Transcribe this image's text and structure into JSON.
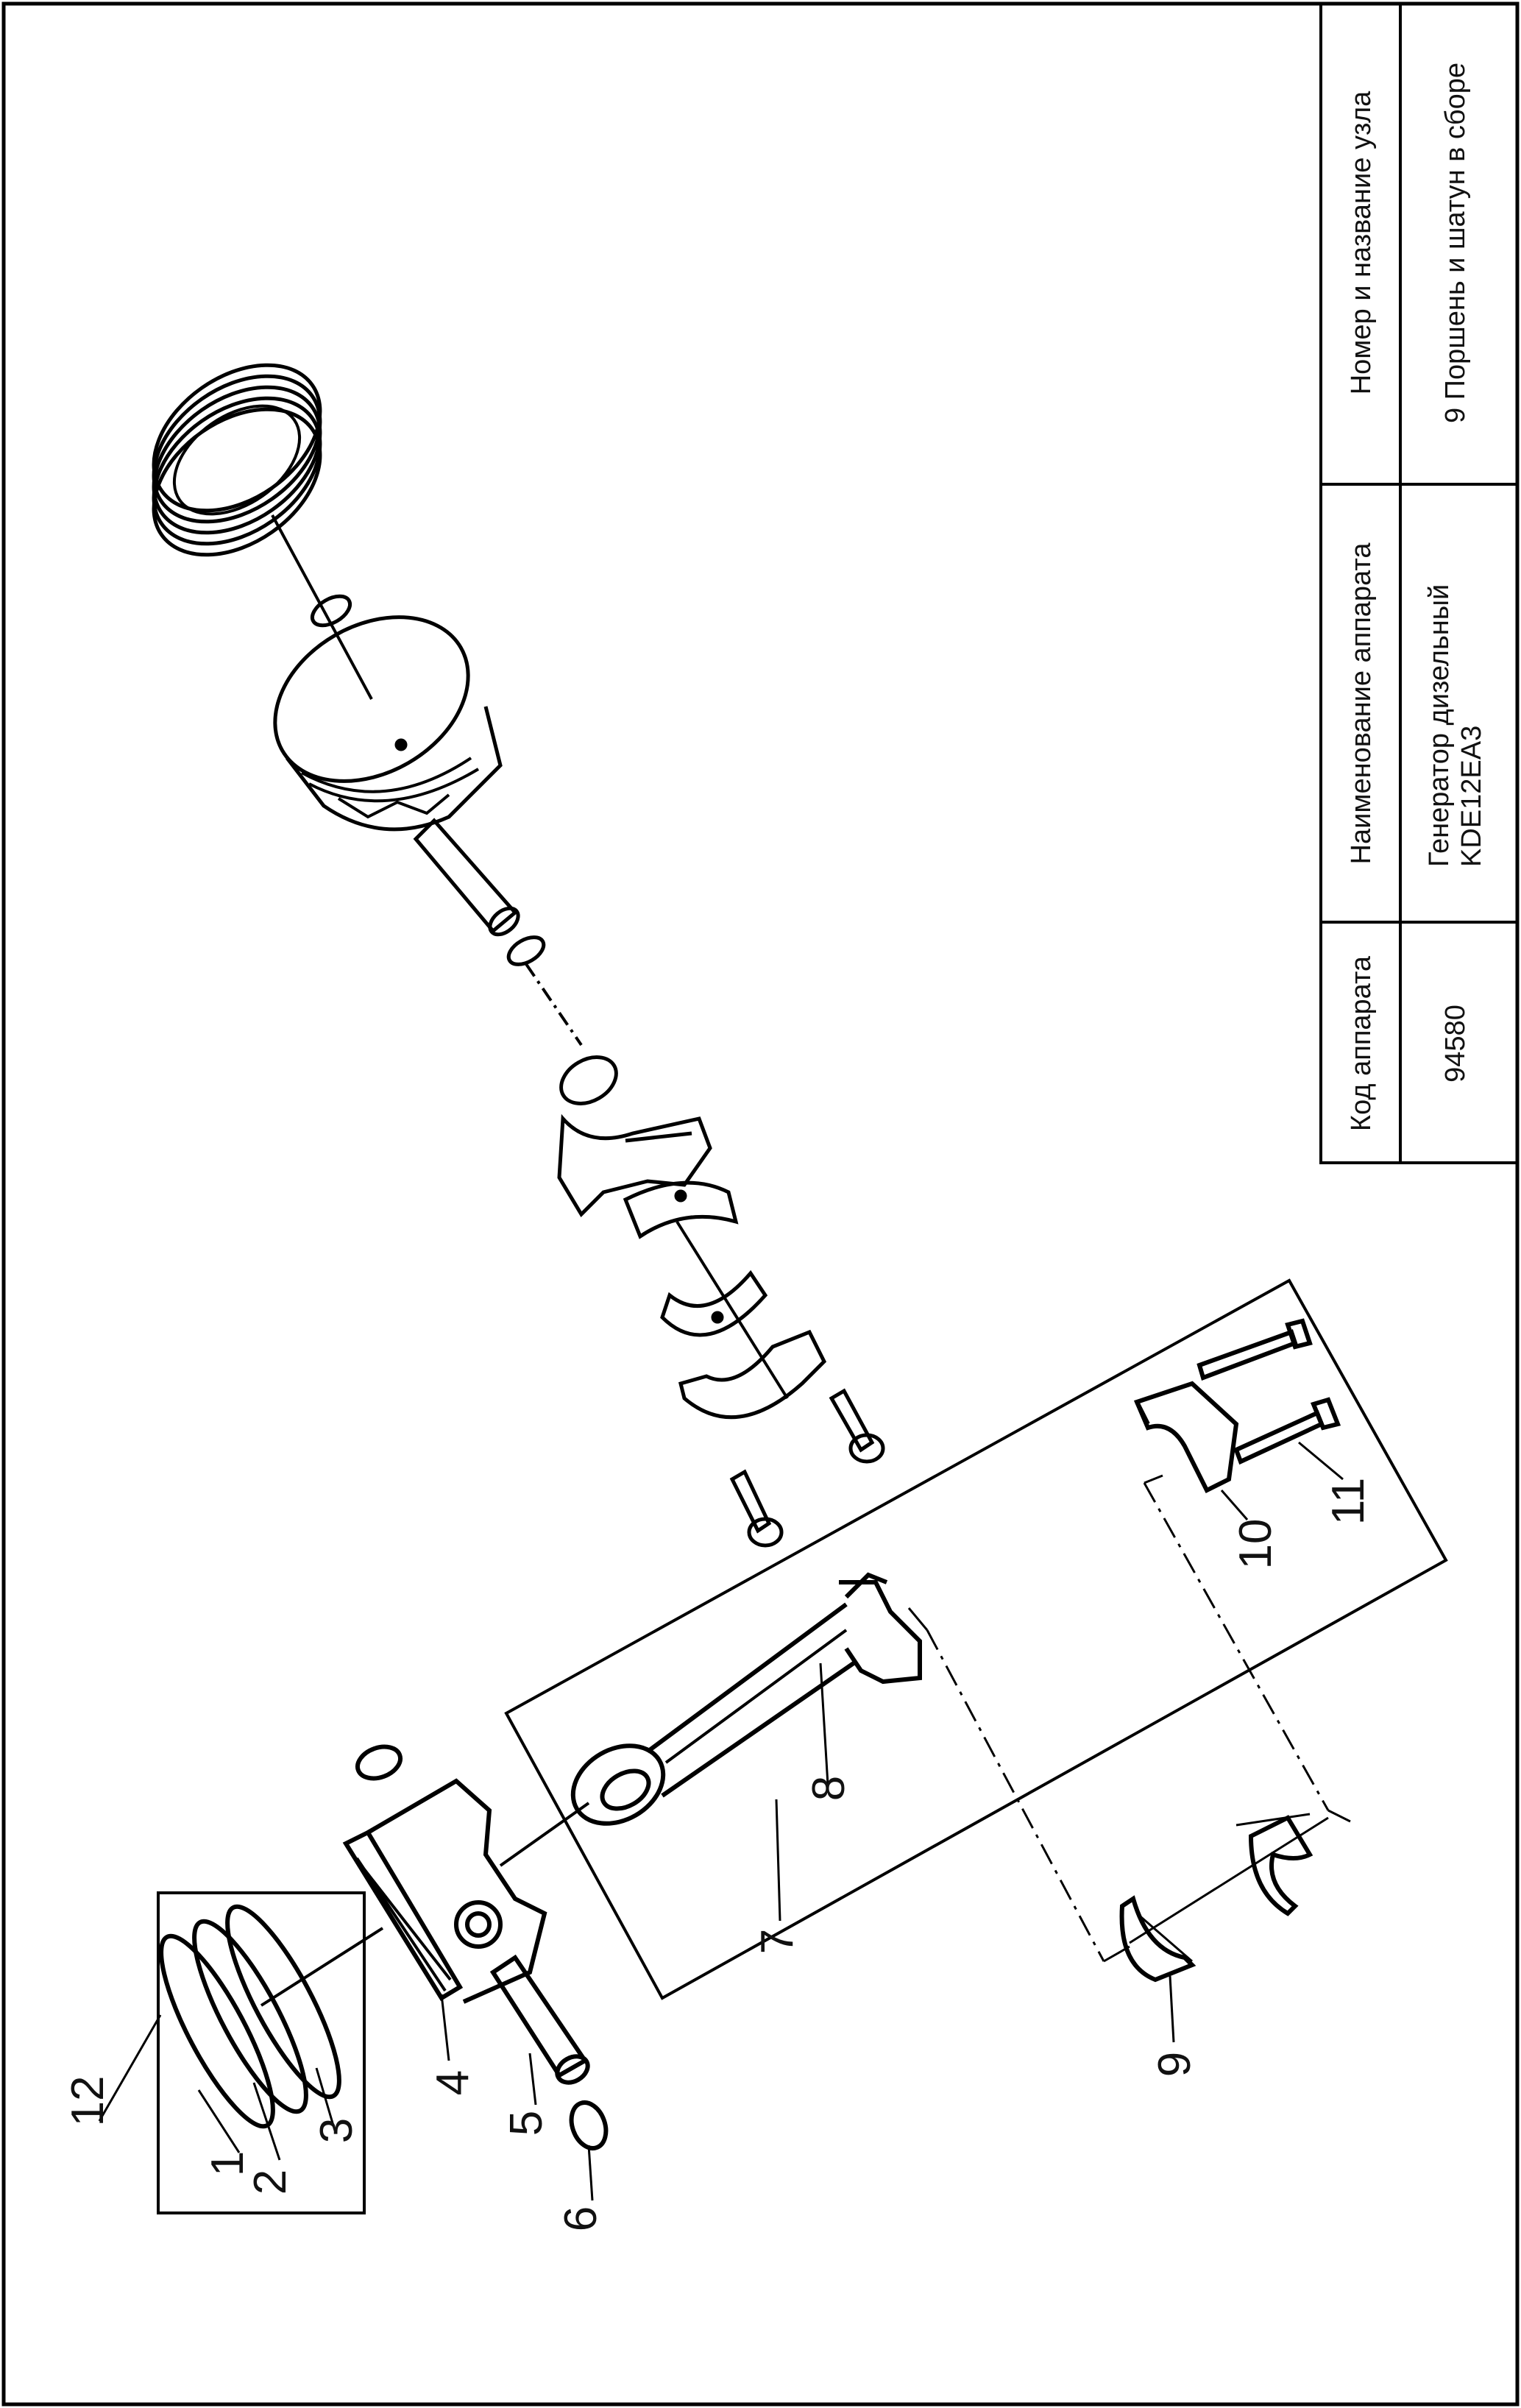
{
  "title_block": {
    "code_header": "Код аппарата",
    "code_value": "94580",
    "device_header": "Наименование аппарата",
    "device_value_line1": "Генератор дизельный",
    "device_value_line2": "KDE12EA3",
    "unit_header": "Номер и название узла",
    "unit_value": "9 Поршень и шатун в сборе"
  },
  "callouts": [
    "1",
    "2",
    "3",
    "4",
    "5",
    "6",
    "7",
    "8",
    "9",
    "10",
    "11",
    "12"
  ]
}
